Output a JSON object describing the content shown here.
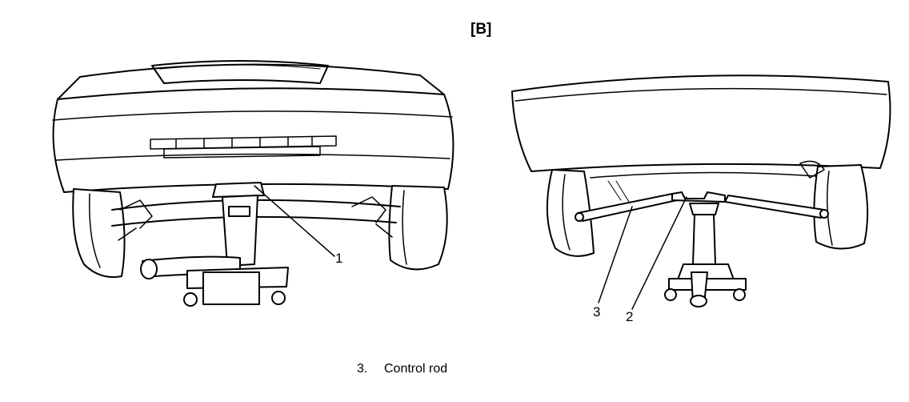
{
  "figure_id": "[B]",
  "callouts": {
    "c1": "1",
    "c2": "2",
    "c3": "3"
  },
  "legend": {
    "number": "3.",
    "text": "Control rod"
  }
}
